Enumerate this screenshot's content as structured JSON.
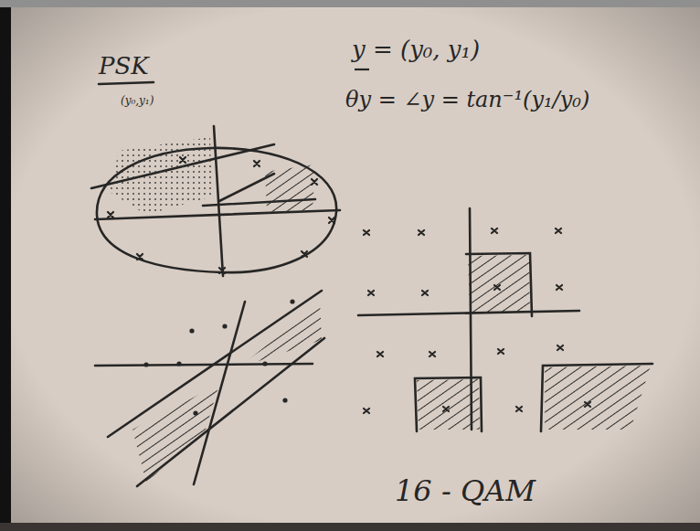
{
  "diagram": {
    "labels": [
      "PSK",
      "(y₀,y₁)",
      "y = (y₀, y₁)",
      "θy = ∠y = tan⁻¹(y₁/y₀)",
      "16 - QAM"
    ]
  }
}
